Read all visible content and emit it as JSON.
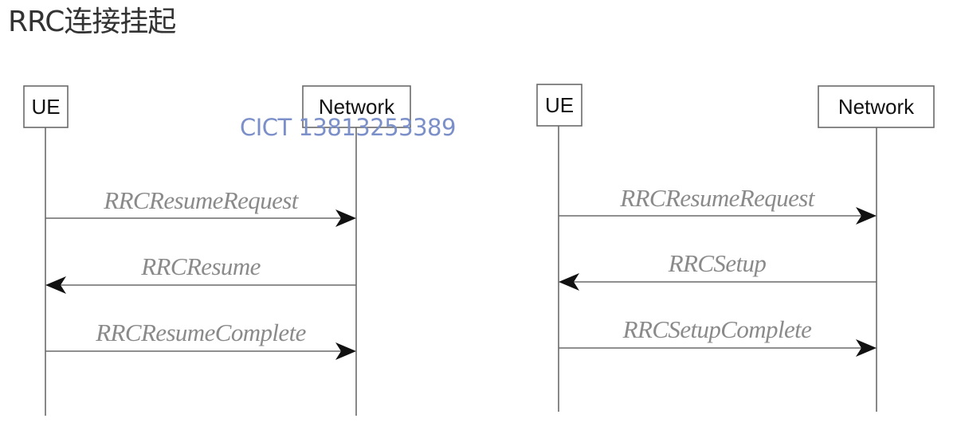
{
  "title": "RRC连接挂起",
  "watermark": "CICT 13813253389",
  "left_diagram": {
    "ue_label": "UE",
    "network_label": "Network",
    "messages": [
      {
        "label": "RRCResumeRequest",
        "direction": "to-network"
      },
      {
        "label": "RRCResume",
        "direction": "to-ue"
      },
      {
        "label": "RRCResumeComplete",
        "direction": "to-network"
      }
    ]
  },
  "right_diagram": {
    "ue_label": "UE",
    "network_label": "Network",
    "messages": [
      {
        "label": "RRCResumeRequest",
        "direction": "to-network"
      },
      {
        "label": "RRCSetup",
        "direction": "to-ue"
      },
      {
        "label": "RRCSetupComplete",
        "direction": "to-network"
      }
    ]
  },
  "colors": {
    "title": "#333333",
    "watermark": "#7b8fc9",
    "lines": "#6a6a6a",
    "message_labels": "#8a8a8a"
  }
}
